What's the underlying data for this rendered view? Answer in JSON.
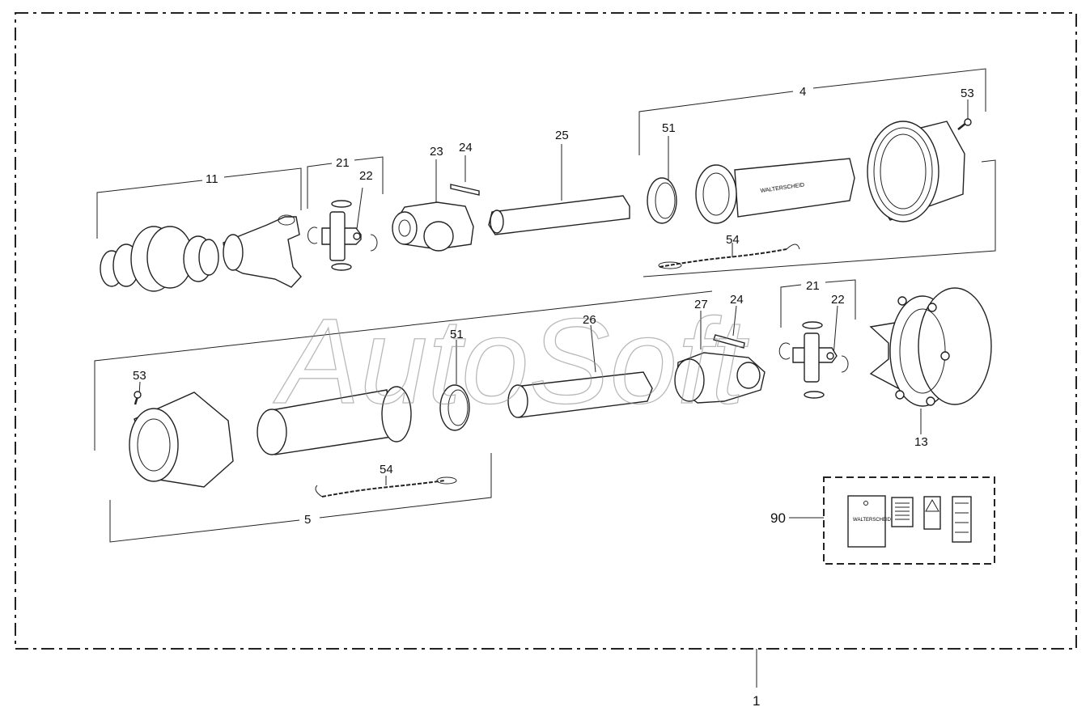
{
  "diagram": {
    "watermark": "AutoSoft",
    "brand_label": "WALTERSCHEID",
    "labels": {
      "assembly": "1",
      "guard_upper": "4",
      "guard_lower": "5",
      "yoke_upper": "11",
      "clutch": "13",
      "cross_upper": "21",
      "cross_lower": "21",
      "circlip_upper": "22",
      "circlip_lower": "22",
      "inner_yoke": "23",
      "pin_upper": "24",
      "pin_lower": "24",
      "inner_tube": "25",
      "outer_tube": "26",
      "outer_yoke": "27",
      "bearing_ring_upper": "51",
      "bearing_ring_lower": "51",
      "screw_upper": "53",
      "screw_lower": "53",
      "chain_upper": "54",
      "chain_lower": "54",
      "decal_kit": "90"
    }
  }
}
